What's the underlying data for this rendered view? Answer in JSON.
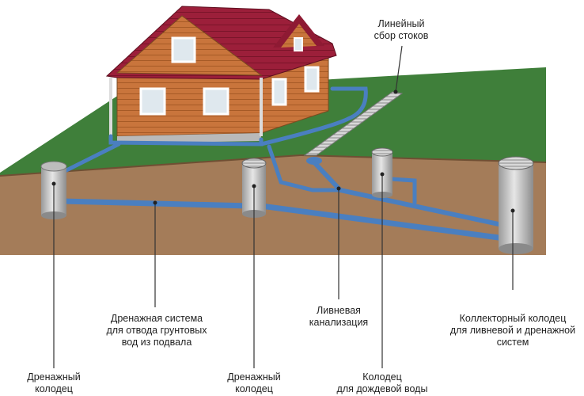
{
  "labels": {
    "linear_drain": "Линейный\nсбор стоков",
    "drainage_system": "Дренажная система\nдля отвода грунтовых\nвод из подвала",
    "storm_sewer": "Ливневая\nканализация",
    "collector_well": "Коллекторный колодец\nдля ливневой и дренажной\nсистем",
    "drainage_well_left": "Дренажный\nколодец",
    "drainage_well_center": "Дренажный\nколодец",
    "rain_well": "Колодец\nдля дождевой воды"
  },
  "colors": {
    "grass": "#3f7f3a",
    "soil": "#a27a58",
    "roof": "#9c1f3a",
    "wall": "#c8743a",
    "pipe": "#4a7fc0",
    "well": "#c9c9c9"
  }
}
